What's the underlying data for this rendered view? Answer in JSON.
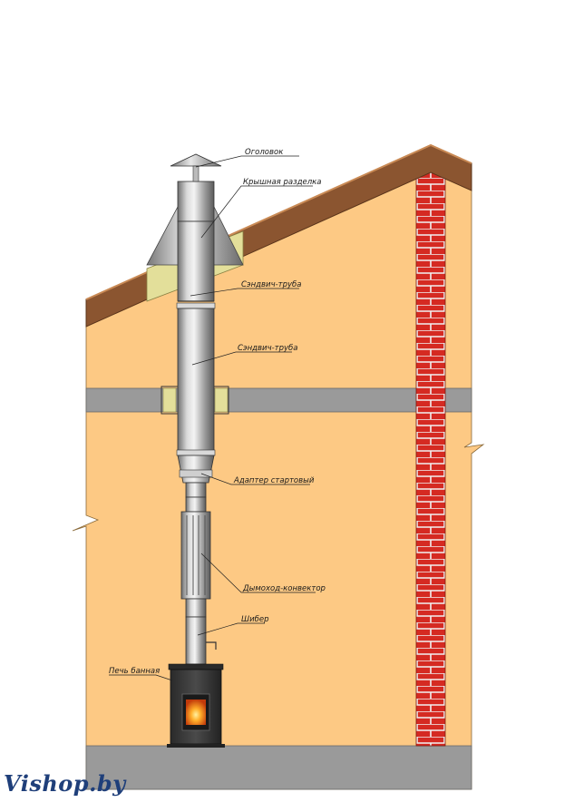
{
  "labels": {
    "cap": "Оголовок",
    "roof_pass": "Крышная разделка",
    "sandwich_upper": "Сэндвич-труба",
    "sandwich_lower": "Сэндвич-труба",
    "adapter": "Адаптер стартовый",
    "convector": "Дымоход-конвектор",
    "damper": "Шибер",
    "stove": "Печь банная"
  },
  "brand": "Vishop.by",
  "colors": {
    "wall": "#fdc984",
    "roof": "#8b5530",
    "floor": "#9a9a9a",
    "insulation": "#e3df9a",
    "brick": "#d82e26",
    "stove": "#3a3a3a",
    "fire": "#ff7a1a"
  }
}
